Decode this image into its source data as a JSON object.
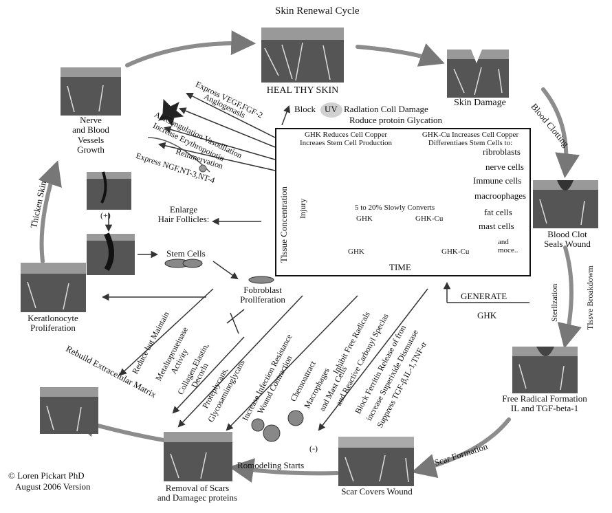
{
  "title": "Skin Renewal Cycle",
  "stages": {
    "healthy": "HEAL THY SKIN",
    "damage": "Skin Damage",
    "clot": "Blood Clot\nSeals Wound",
    "free_radical": "Free Radical Formation\nIL and TGF-beta-1",
    "scar": "Scar Covers Wound",
    "removal": "Removal of Scars\nand Damagec proteins",
    "kerat": "Keratlonocyte\nProliferation",
    "nerve": "Nerve\nand Blood\nVessels\nGrowth"
  },
  "transitions": {
    "clotting": "Blood Clotting",
    "sterilization": "Sterllzation",
    "tissue_breakdown": "Tlssve Broakdowm",
    "scar_formation": "Scar Formation",
    "remodeling": "Romodeling Starts",
    "rebuild": "Rebuild Extracelular Matrix",
    "thicken": "Thicken Skin"
  },
  "top_notes": {
    "block": "Block",
    "uv": "UV",
    "radiation": "Radlation Coll Damage",
    "glycation": "Roduce protoin Glycation"
  },
  "left_actions": {
    "vegf": "Exprοss VEGF,FGF-2",
    "angiogenesis": "Anglogenasls",
    "anticoag": "AnlCongulation Vasodllation",
    "erythro": "Increase Erythropoiotin",
    "reinnervation": "Reinmervation",
    "ngf": "Express NGF,NT-3,NT-4"
  },
  "hair": {
    "plus": "(+)",
    "enlarge": "Enlarge\nHair Follicles:",
    "stem_cells": "Stem Cells"
  },
  "fibroblast": "Fobroblast\nProllferation",
  "diagonals": {
    "reduce": "Reduce but Maintain",
    "mmp": "Metaltoproteinase",
    "activity": "Activity",
    "collagen": "Collagen,Elastin,",
    "decorin": "Decorln",
    "proteoglycans": "Proteplycans,",
    "gag": "Glycosaminoglycans",
    "infection": "Increase Infection Resistance",
    "wound": "Wound Contraction",
    "chemo": "Chemoattract",
    "macro": "Macrophages",
    "mast": "and Mast Cells",
    "inhibit": "Inhibit Free Radicals",
    "carbonyl": "and Reactive Carbonyl Speclas",
    "ferritin": "Block Ferritin Release of fron",
    "sod": "increase Superixide Dismutase",
    "tgf": "Suppress TGF-β,IL-1,TNF-α"
  },
  "minus": "(-)",
  "generate": "GENERATE",
  "ghk_label": "GHK",
  "credit": {
    "line1": "© Loren Pickart PhD",
    "line2": "August 2006 Version"
  },
  "inset": {
    "left_header": "GHK Reduces Cell Copper\nIncreaes Stem Cell Production",
    "right_header": "GHK-Cu Increases Cell Copper\nDifferentiaes Stem Cells to:",
    "cell_types": [
      "ribroblasts",
      "nerve cells",
      "Immune cells",
      "macroophages",
      "fat cells",
      "mast cells",
      "and\nmoce.."
    ],
    "y_axis": "Tlssue Concentration",
    "injury": "Injury",
    "x_axis": "TIME",
    "convert_title": "5 to 20% Slowly Converts",
    "convert_from": "GHK",
    "convert_to": "GHK-Cu",
    "curve1": "GHK",
    "curve2": "GHK-Cu"
  }
}
